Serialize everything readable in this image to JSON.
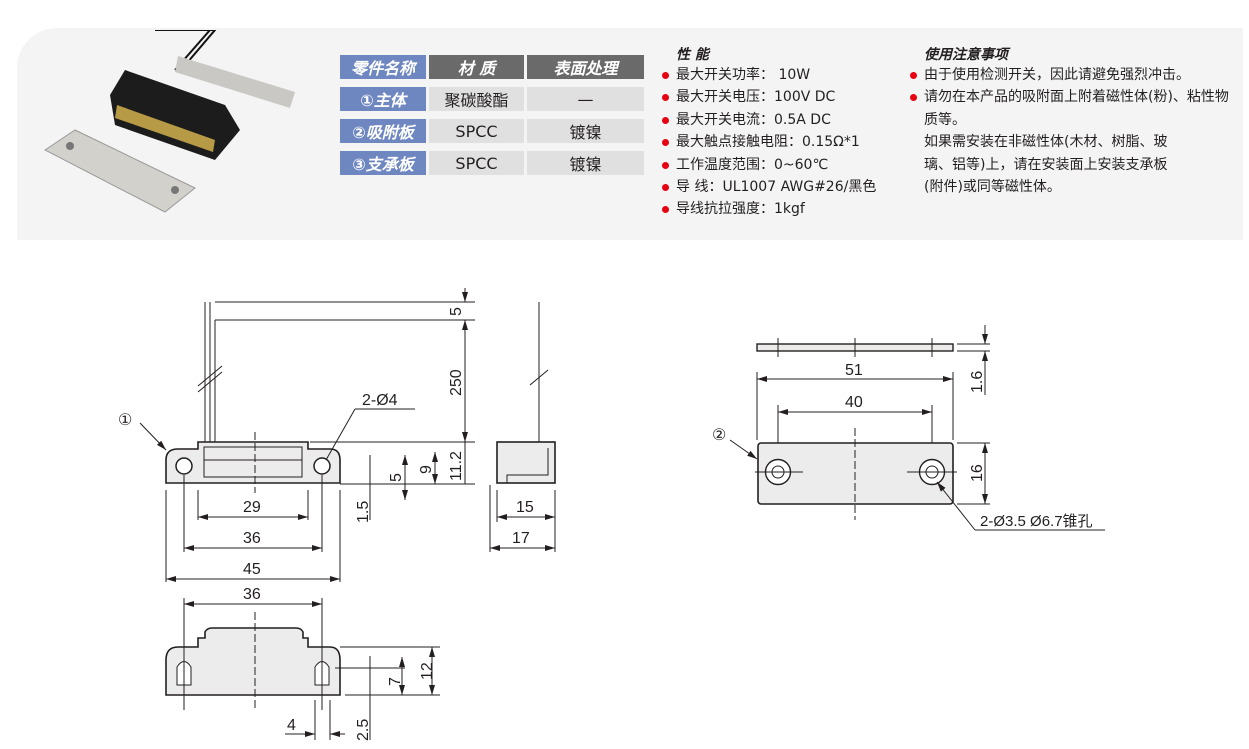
{
  "table": {
    "headers": [
      "零件名称",
      "材 质",
      "表面处理"
    ],
    "rows": [
      {
        "part": "①主体",
        "material": "聚碳酸酯",
        "finish": "—"
      },
      {
        "part": "②吸附板",
        "material": "SPCC",
        "finish": "镀镍"
      },
      {
        "part": "③支承板",
        "material": "SPCC",
        "finish": "镀镍"
      }
    ]
  },
  "specs": {
    "title": "性 能",
    "items": [
      "最大开关功率： 10W",
      "最大开关电压：100V DC",
      "最大开关电流：0.5A DC",
      "最大触点接触电阻：0.15Ω*1",
      "工作温度范围：0~60℃",
      "导 线：UL1007 AWG#26/黑色",
      "导线抗拉强度：1kgf"
    ]
  },
  "notes": {
    "title": "使用注意事项",
    "items": [
      "由于使用检测开关，因此请避免强烈冲击。",
      "请勿在本产品的吸附面上附着磁性体(粉)、粘性物质等。"
    ],
    "extra": [
      "如果需安装在非磁性体(木材、树脂、玻",
      "璃、铝等)上，请在安装面上安装支承板",
      "(附件)或同等磁性体。"
    ]
  },
  "drawing": {
    "body": {
      "callout": "①",
      "hole": "2-Ø4",
      "d5top": "5",
      "d250": "250",
      "d11_2": "11.2",
      "d9": "9",
      "d5": "5",
      "d1_5": "1.5",
      "d29": "29",
      "d36": "36",
      "d45": "45",
      "d15": "15",
      "d17": "17"
    },
    "bottom": {
      "d36": "36",
      "d12": "12",
      "d7": "7",
      "d2_5": "2.5",
      "d4": "4"
    },
    "plate": {
      "callout": "②",
      "d51": "51",
      "d40": "40",
      "d1_6": "1.6",
      "d16": "16",
      "hole": "2-Ø3.5  Ø6.7锥孔"
    }
  },
  "colors": {
    "header_blue": "#6f87c0",
    "header_gray": "#6a6a6a",
    "bullet": "#e60012"
  }
}
